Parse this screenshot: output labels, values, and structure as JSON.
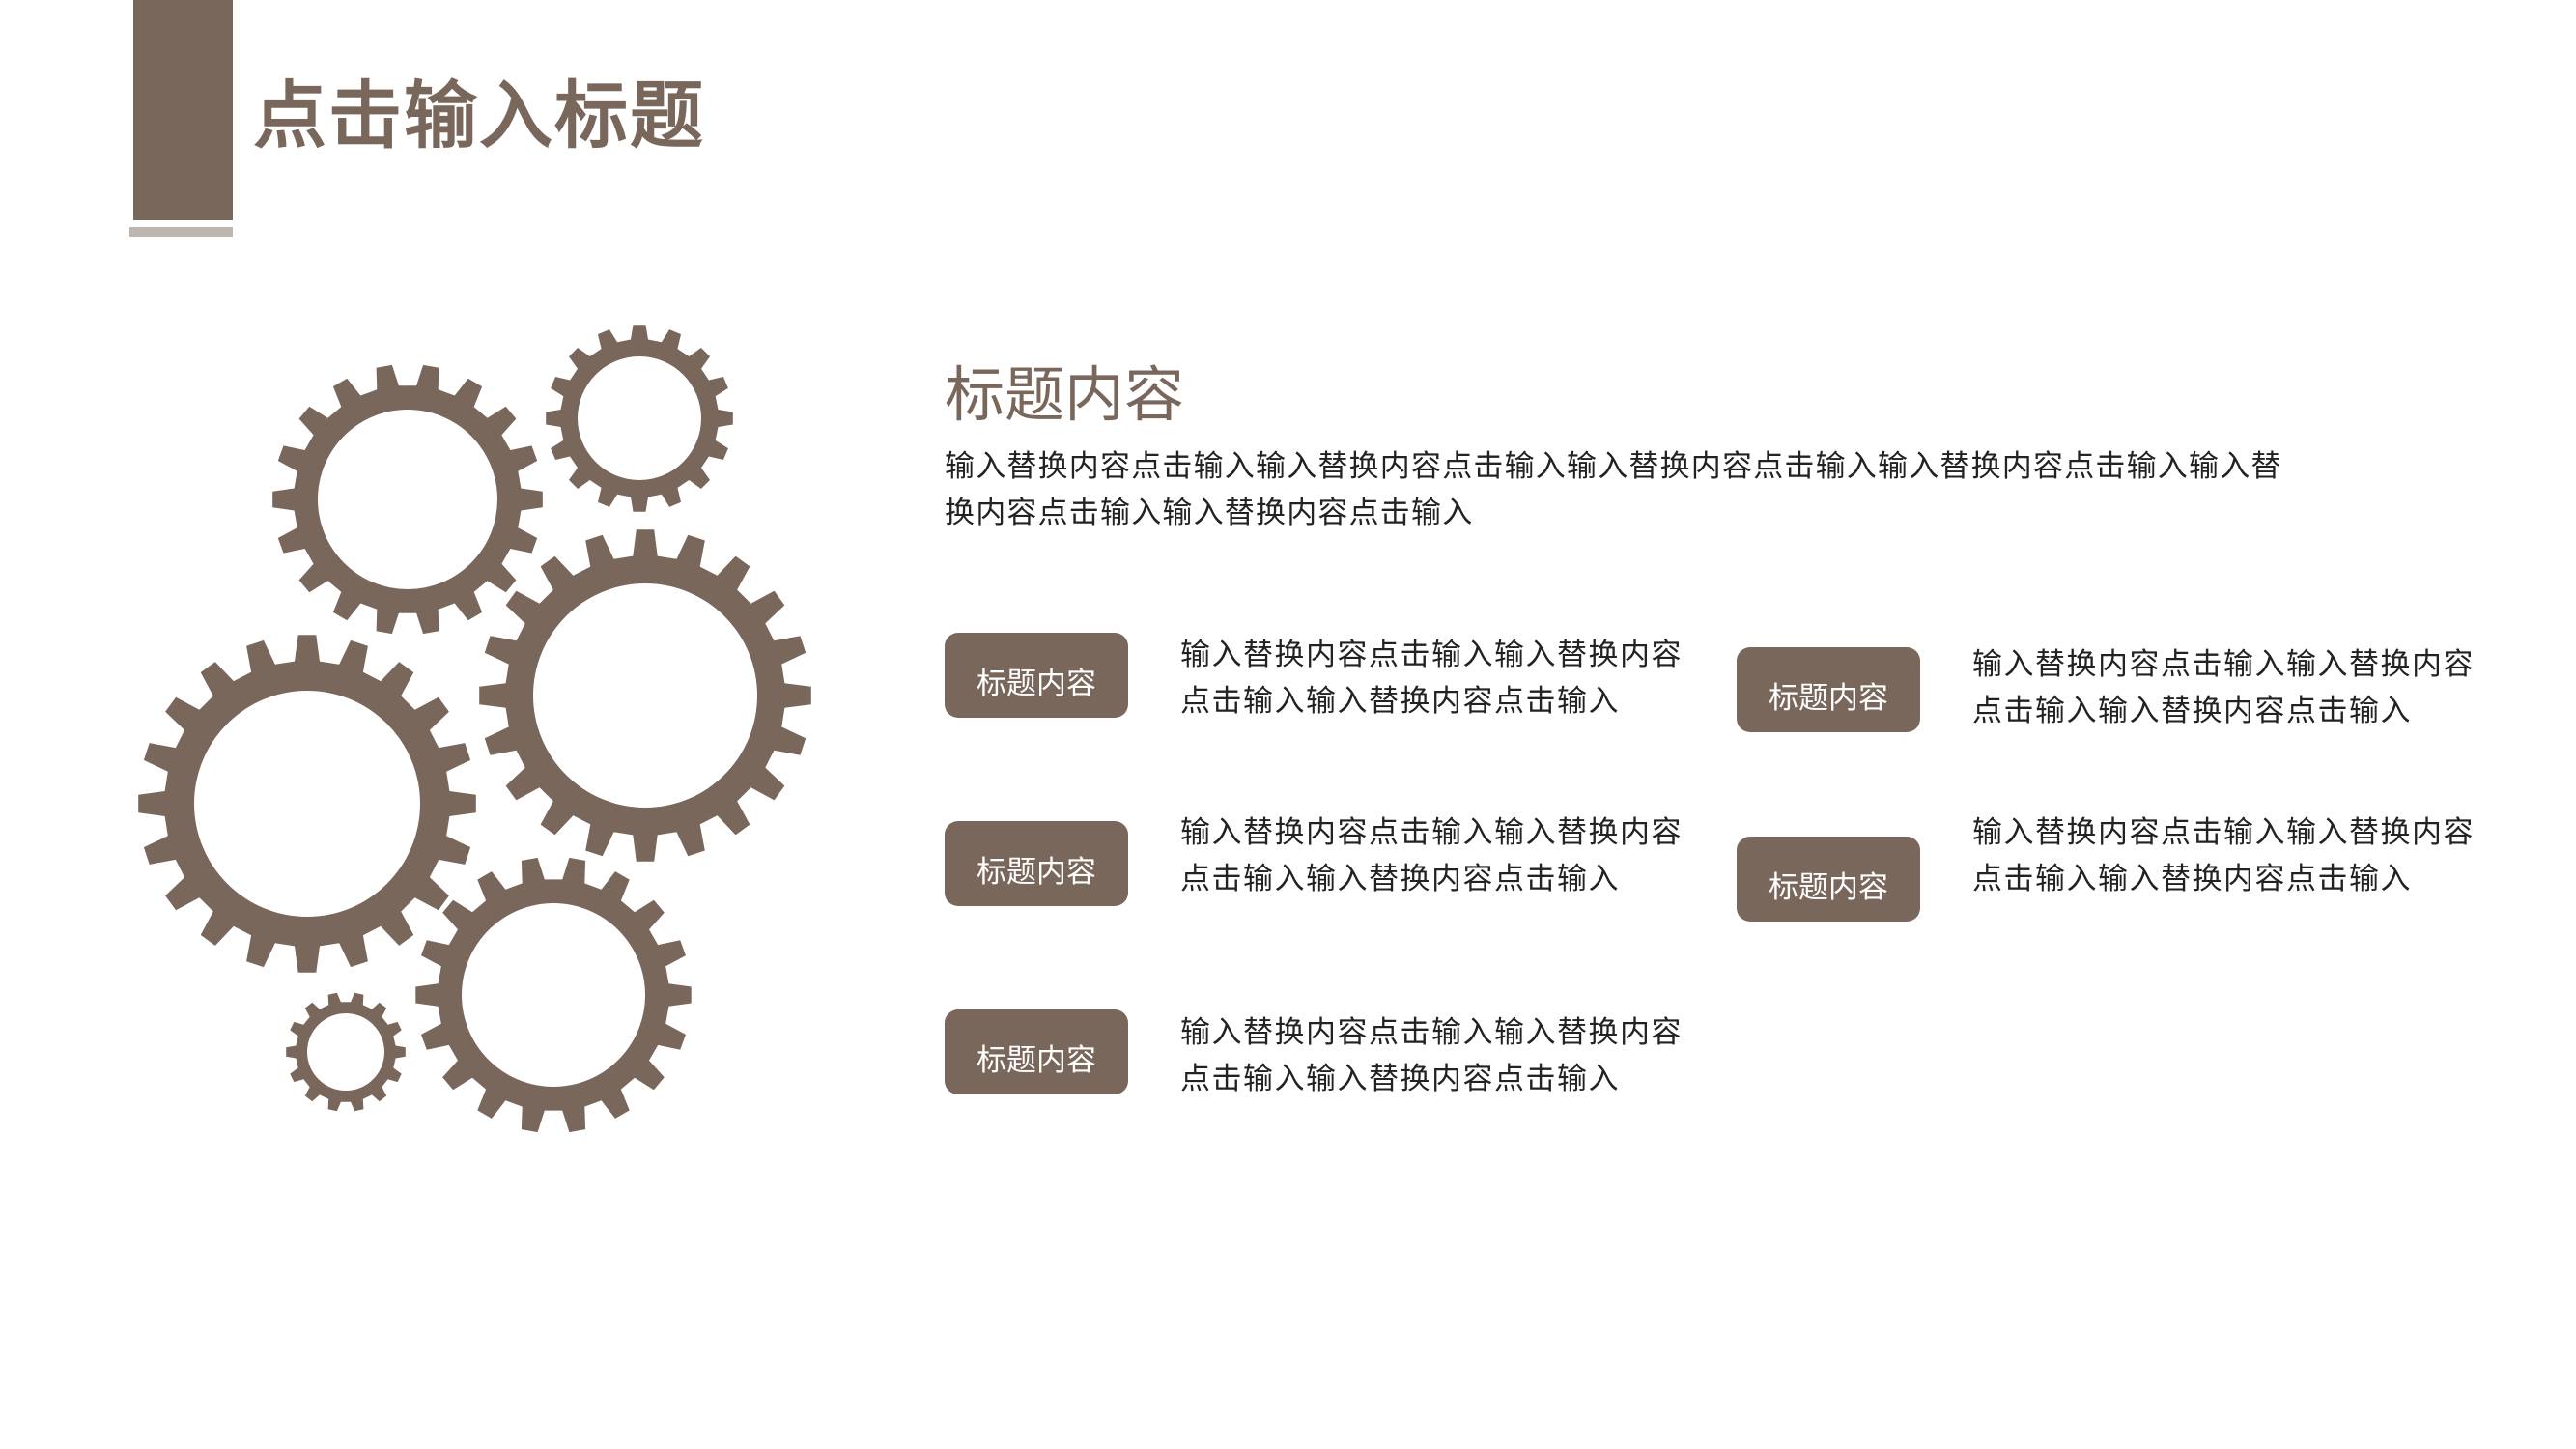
{
  "page": {
    "title": "点击输入标题"
  },
  "section": {
    "title": "标题内容",
    "description": "输入替换内容点击输入输入替换内容点击输入输入替换内容点击输入输入替换内容点击输入输入替换内容点击输入输入替换内容点击输入"
  },
  "items": [
    {
      "tag": "标题内容",
      "text": "输入替换内容点击输入输入替换内容点击输入输入替换内容点击输入"
    },
    {
      "tag": "标题内容",
      "text": "输入替换内容点击输入输入替换内容点击输入输入替换内容点击输入"
    },
    {
      "tag": "标题内容",
      "text": "输入替换内容点击输入输入替换内容点击输入输入替换内容点击输入"
    },
    {
      "tag": "标题内容",
      "text": "输入替换内容点击输入输入替换内容点击输入输入替换内容点击输入"
    },
    {
      "tag": "标题内容",
      "text": "输入替换内容点击输入输入替换内容点击输入输入替换内容点击输入"
    }
  ],
  "colors": {
    "accent": "#7a675c",
    "accent_light": "#bdb5af",
    "text": "#222222",
    "background": "#ffffff"
  },
  "icons": [
    "gear-icon"
  ]
}
